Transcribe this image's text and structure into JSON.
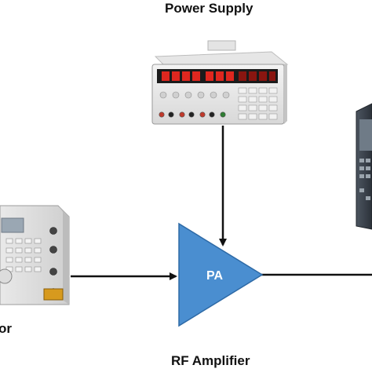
{
  "labels": {
    "power_supply": "Power Supply",
    "rf_amplifier": "RF Amplifier",
    "signal_generator_partial": "or"
  },
  "amplifier": {
    "text": "PA",
    "fill": "#4a8ed0",
    "stroke": "#2e6aa6"
  },
  "devices": {
    "power_supply_icon": "bench-power-supply-icon",
    "signal_generator_icon": "signal-generator-icon",
    "analyzer_icon": "spectrum-analyzer-icon"
  },
  "colors": {
    "wire": "#111111",
    "display_red": "#e0271f"
  }
}
